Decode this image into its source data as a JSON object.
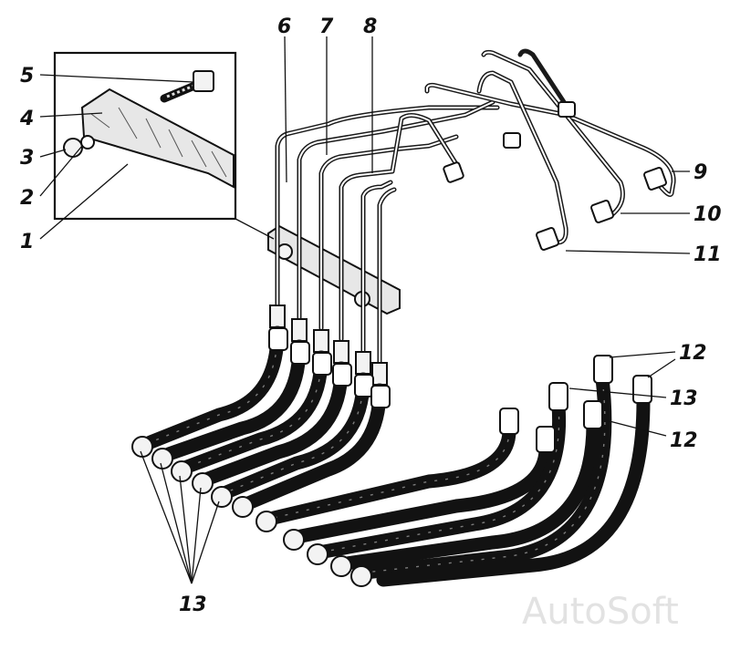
{
  "labels": {
    "l1": "1",
    "l2": "2",
    "l3": "3",
    "l4": "4",
    "l5": "5",
    "l6": "6",
    "l7": "7",
    "l8": "8",
    "l9": "9",
    "l10": "10",
    "l11": "11",
    "l12a": "12",
    "l12b": "12",
    "l13a": "13",
    "l13b": "13"
  },
  "watermark": "AutoSoft",
  "colors": {
    "ink": "#111111",
    "background": "#ffffff",
    "watermark": "#e2e2e2"
  }
}
